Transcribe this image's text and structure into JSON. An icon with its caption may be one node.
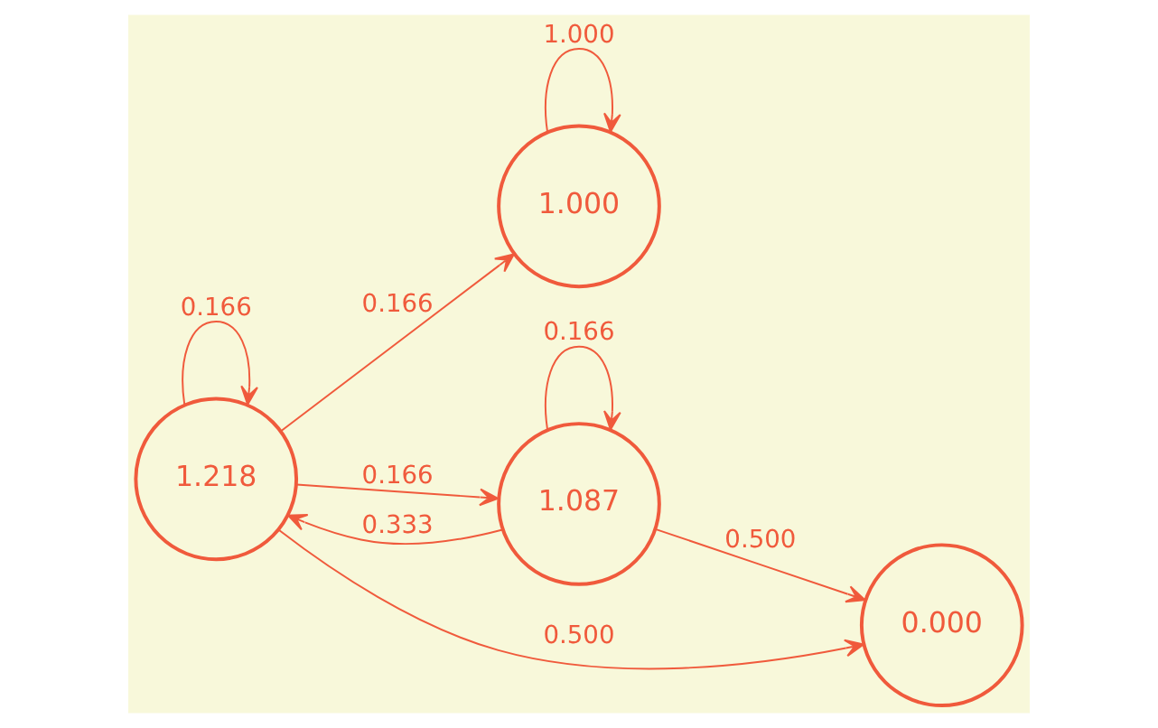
{
  "diagram": {
    "nodes": [
      {
        "text": [
          "1.218"
        ]
      },
      {
        "text": [
          "1.000"
        ]
      },
      {
        "text": [
          "1.087"
        ]
      },
      {
        "text": [
          "0.000"
        ]
      }
    ],
    "edges": [
      {
        "from": 0,
        "to": 0,
        "arrow": "to",
        "label": "0.166"
      },
      {
        "from": 0,
        "to": 1,
        "arrow": "to",
        "label": "0.166"
      },
      {
        "from": 0,
        "to": 2,
        "arrow": "to",
        "label": "0.166"
      },
      {
        "from": 2,
        "to": 0,
        "arrow": "to",
        "label": "0.333"
      },
      {
        "from": 0,
        "to": 3,
        "arrow": "to",
        "label": "0.500"
      },
      {
        "from": 2,
        "to": 3,
        "arrow": "to",
        "label": "0.500"
      },
      {
        "from": 2,
        "to": 2,
        "arrow": "to",
        "label": "0.166"
      },
      {
        "from": 1,
        "to": 1,
        "arrow": "to",
        "label": "1.000"
      }
    ]
  }
}
